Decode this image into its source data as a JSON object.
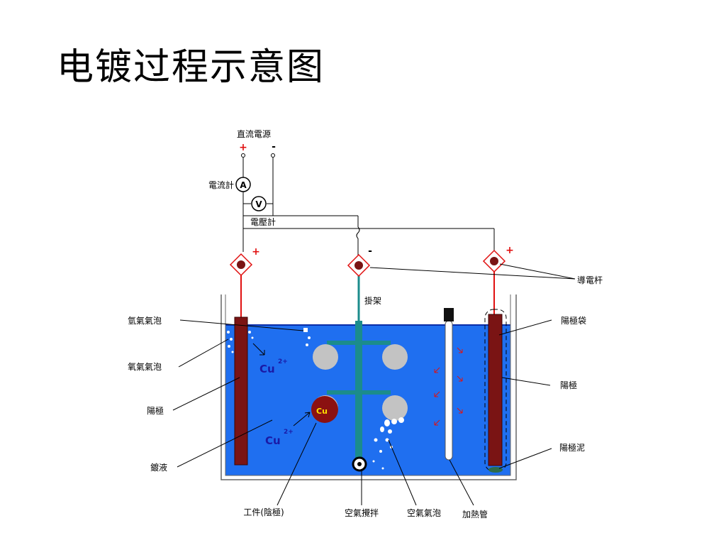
{
  "title": "电镀过程示意图",
  "labels": {
    "dc_power": "直流電源",
    "plus": "+",
    "minus": "-",
    "ammeter": "電流計",
    "ammeter_symbol": "A",
    "voltmeter": "電壓計",
    "voltmeter_symbol": "V",
    "conductive_rod": "導電杆",
    "rack": "掛架",
    "anode_bag": "陽極袋",
    "anode_left": "陽極",
    "anode_right": "陽極",
    "anode_mud": "陽極泥",
    "hydrogen_bubbles": "氫氣氣泡",
    "oxygen_bubbles": "氧氣氣泡",
    "plating_solution": "鍍液",
    "workpiece_cathode": "工件(陰極)",
    "air_agitation": "空氣攪拌",
    "air_bubbles": "空氣氣泡",
    "heater": "加熱管",
    "cu_ion": "Cu",
    "cu_charge": "2+",
    "cu_atom": "Cu"
  },
  "colors": {
    "solution": "#1f6ff0",
    "anode": "#7a1414",
    "wire_red": "#e01010",
    "rack": "#1b8c8c",
    "part": "#c3c3c3",
    "cu_atom": "#8b1111",
    "cu_atom_text": "#ffe000"
  }
}
